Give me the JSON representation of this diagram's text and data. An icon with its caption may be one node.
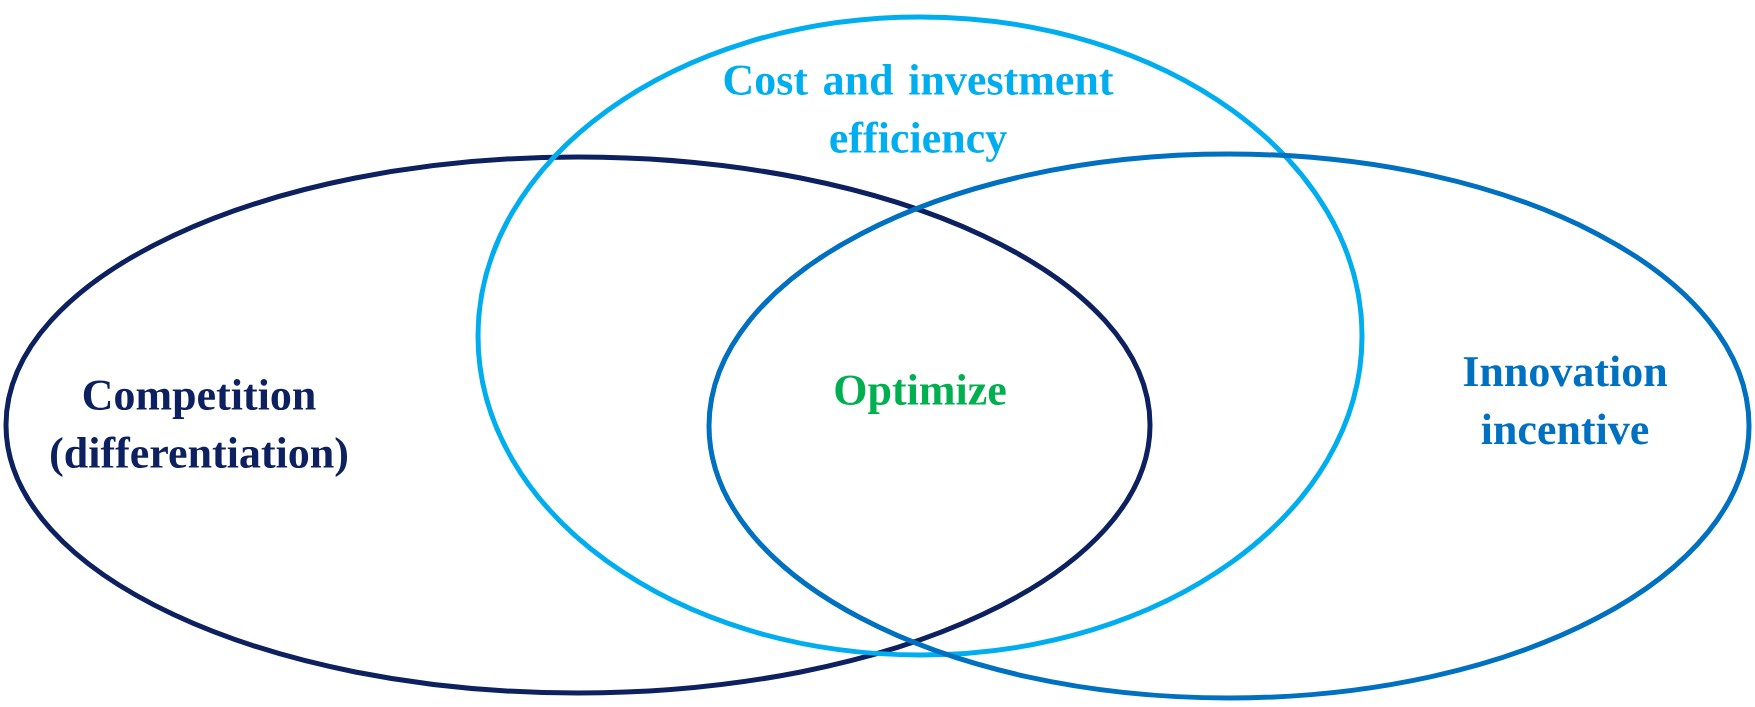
{
  "diagram": {
    "nodes": [
      {
        "text": [
          "Competition (differentiation)"
        ]
      },
      {
        "text": [
          "Cost and investment efficiency"
        ]
      },
      {
        "text": [
          "Innovation incentive"
        ]
      }
    ],
    "labels": [
      "Optimize"
    ]
  }
}
